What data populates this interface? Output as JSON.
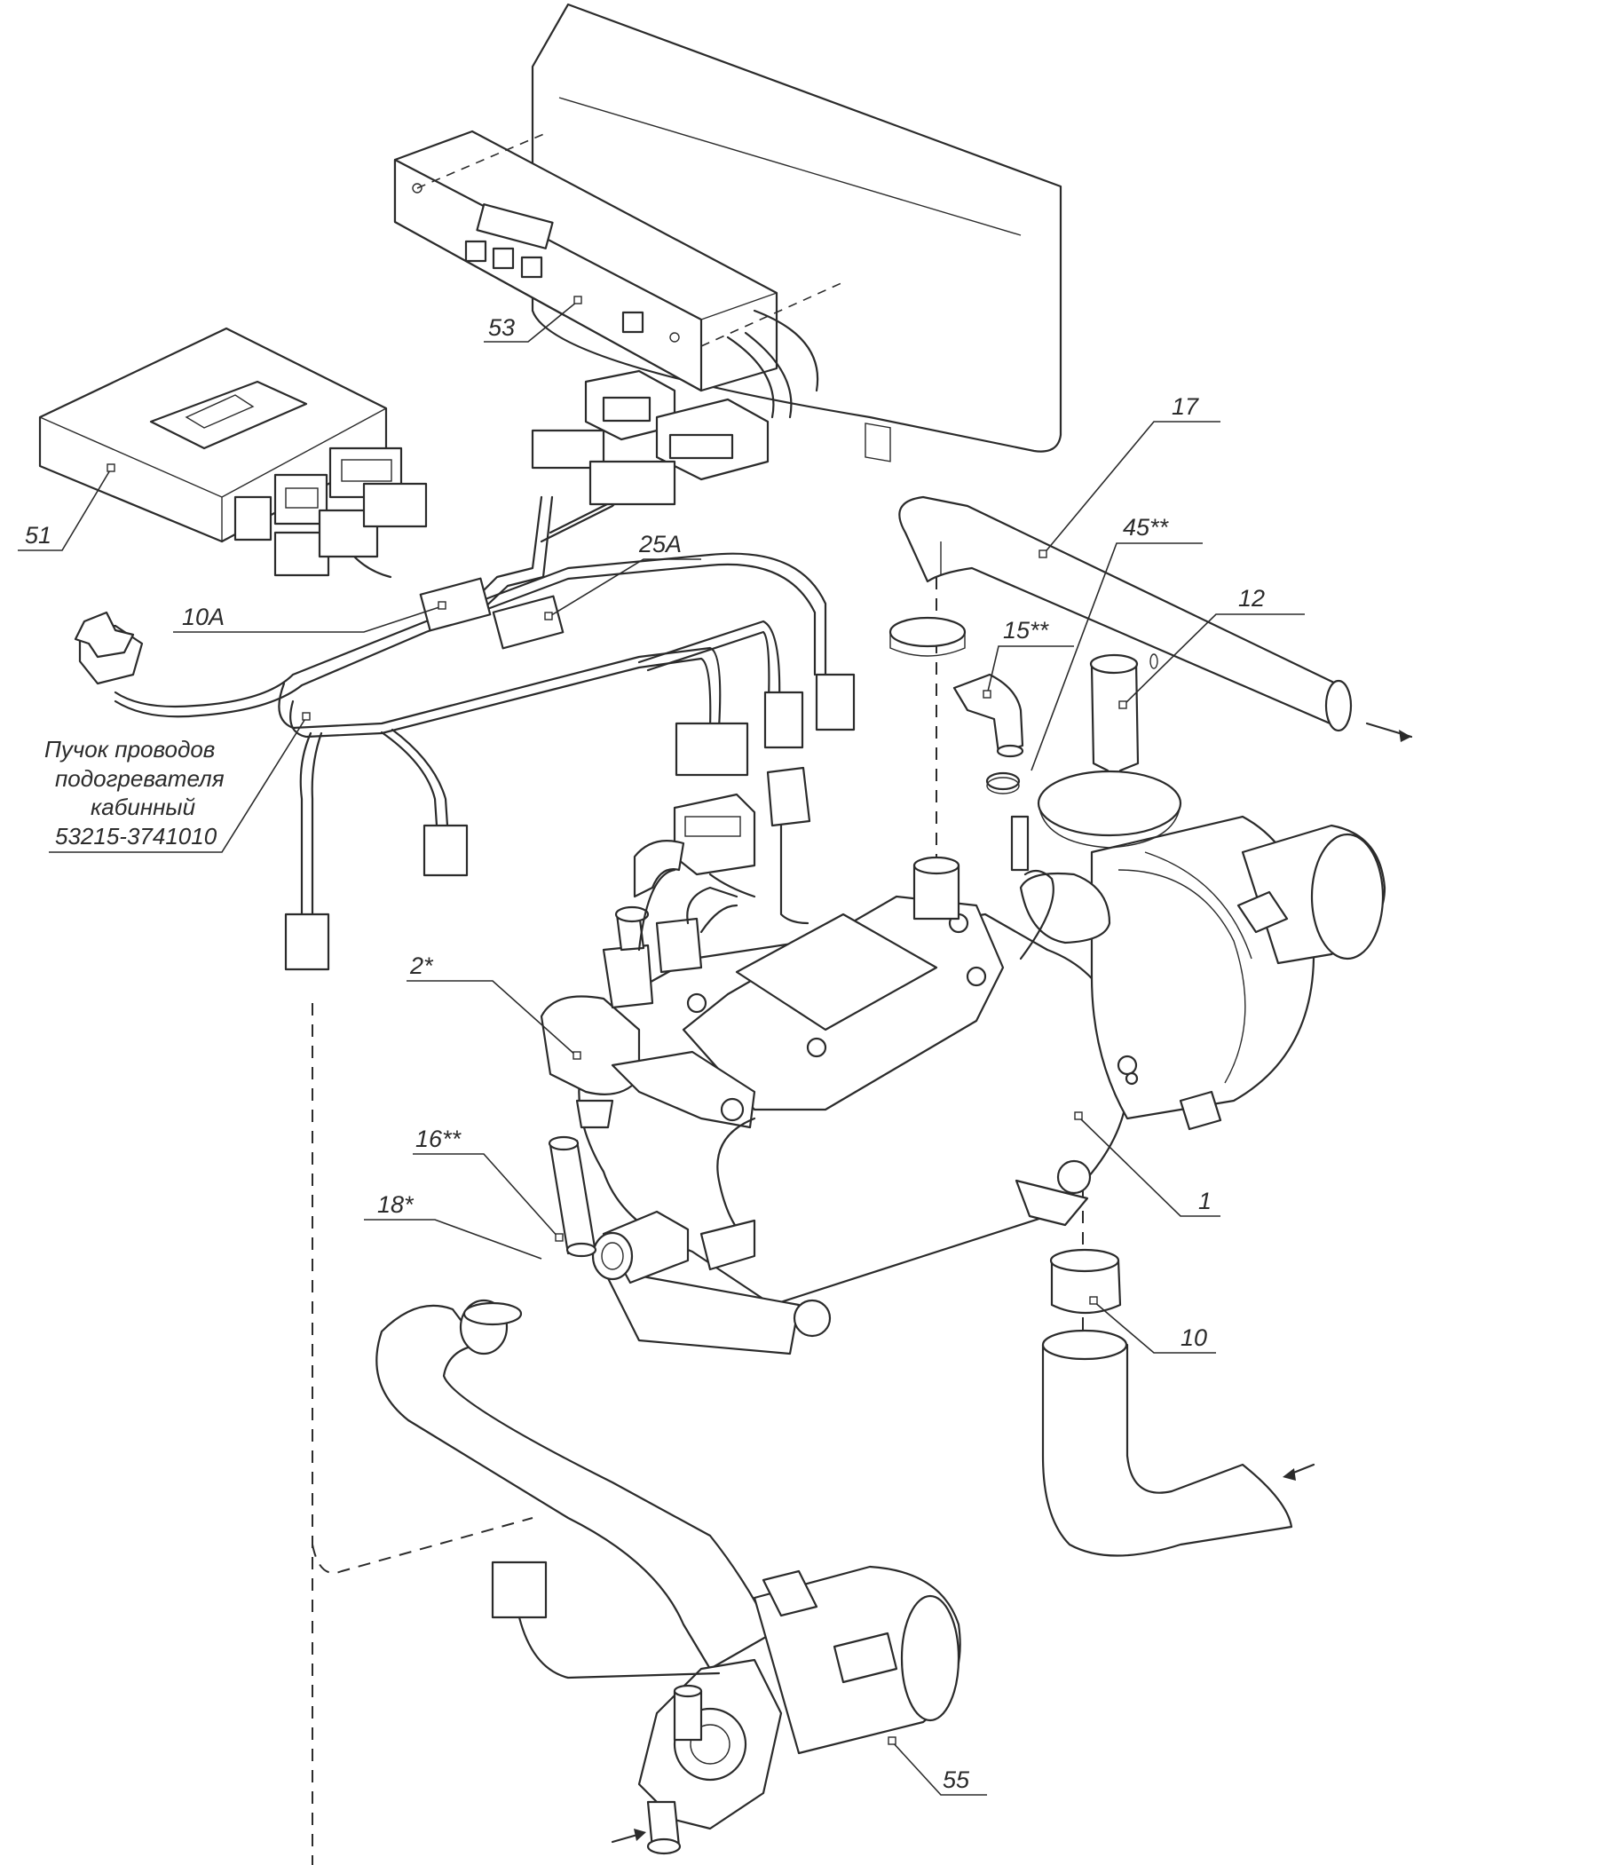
{
  "callouts": {
    "c53": "53",
    "c51": "51",
    "c17": "17",
    "c45": "45**",
    "c25a": "25A",
    "c10a": "10A",
    "c15": "15**",
    "c12": "12",
    "c2": "2*",
    "c16": "16**",
    "c18": "18*",
    "c1": "1",
    "c10": "10",
    "c55": "55"
  },
  "note": {
    "line1": "Пучок проводов",
    "line2": "подогревателя",
    "line3": "кабинный",
    "line4": "53215-3741010"
  },
  "colors": {
    "ink": "#2b2b2b",
    "paper": "#ffffff"
  }
}
